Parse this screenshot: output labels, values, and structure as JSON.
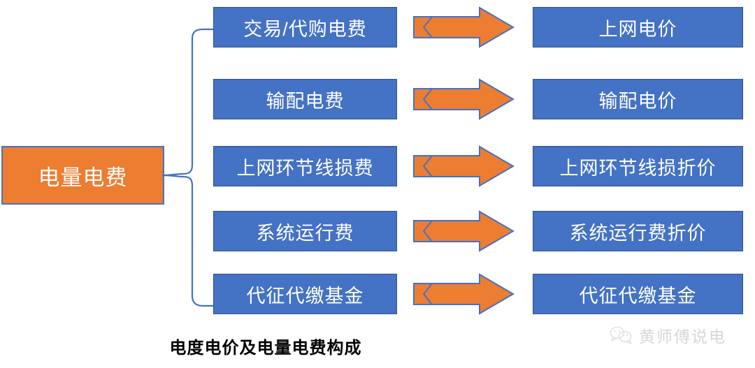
{
  "diagram": {
    "title_caption": "电度电价及电量电费构成",
    "root": {
      "label": "电量电费",
      "fill_color": "#ed7d31",
      "border_color": "#4472c4",
      "text_color": "#ffffff"
    },
    "connector": {
      "type": "curly-bracket",
      "color": "#4472c4"
    },
    "colors": {
      "blue_fill": "#4472c4",
      "blue_border": "#2f528f",
      "orange_fill": "#ed7d31",
      "arrow_fill": "#ed7d31",
      "arrow_border": "#4472c4",
      "caption_color": "#000000",
      "watermark_color": "#d7d7d7",
      "background": "#ffffff"
    },
    "rows": [
      {
        "fee_label": "交易/代购电费",
        "arrow_icon": "right-arrow-icon",
        "price_label": "上网电价"
      },
      {
        "fee_label": "输配电费",
        "arrow_icon": "right-arrow-icon",
        "price_label": "输配电价"
      },
      {
        "fee_label": "上网环节线损费",
        "arrow_icon": "right-arrow-icon",
        "price_label": "上网环节线损折价"
      },
      {
        "fee_label": "系统运行费",
        "arrow_icon": "right-arrow-icon",
        "price_label": "系统运行费折价"
      },
      {
        "fee_label": "代征代缴基金",
        "arrow_icon": "right-arrow-icon",
        "price_label": "代征代缴基金"
      }
    ]
  },
  "watermark": {
    "icon": "wechat-icon",
    "text": "黄师傅说电"
  }
}
